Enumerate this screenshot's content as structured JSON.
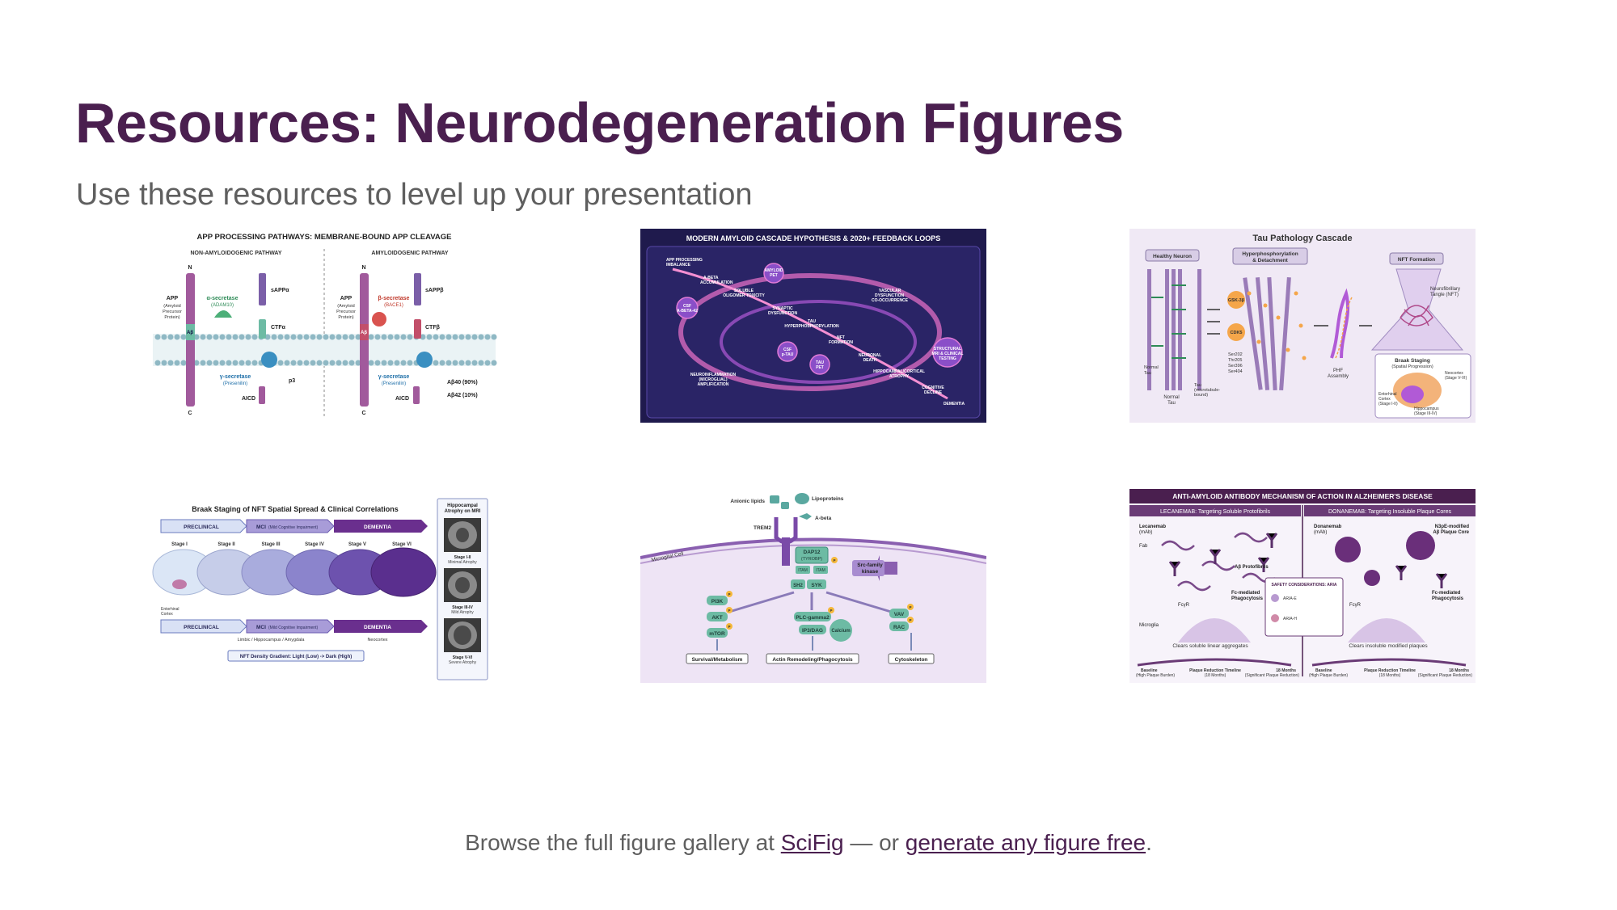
{
  "slide": {
    "title": "Resources: Neurodegeneration Figures",
    "subtitle": "Use these resources to level up your presentation"
  },
  "figures": [
    {
      "title": "APP PROCESSING PATHWAYS: MEMBRANE-BOUND APP CLEAVAGE",
      "left_label": "NON-AMYLOIDOGENIC PATHWAY",
      "right_label": "AMYLOIDOGENIC PATHWAY",
      "labels": [
        "N",
        "C",
        "APP",
        "(Amyloid",
        "Precursor",
        "Protein)",
        "Aβ",
        "α-secretase",
        "(ADAM10)",
        "sAPPα",
        "CTFα",
        "γ-secretase",
        "(Presenilin)",
        "p3",
        "AICD",
        "β-secretase",
        "(BACE1)",
        "sAPPβ",
        "CTFβ",
        "Aβ40 (90%)",
        "Aβ42 (10%)"
      ]
    },
    {
      "title": "MODERN AMYLOID CASCADE HYPOTHESIS & 2020+ FEEDBACK LOOPS",
      "labels": [
        "APP PROCESSING",
        "IMBALANCE",
        "A-BETA",
        "ACCUMULATION",
        "AMYLOID",
        "PET",
        "SOLUBLE",
        "OLIGOMER TOXICITY",
        "VASCULAR",
        "DYSFUNCTION",
        "CO-OCCURRENCE",
        "CSF",
        "A-BETA-42",
        "SYNAPTIC",
        "DYSFUNCTION",
        "TAU",
        "HYPERPHOSPHORYLATION",
        "NFT",
        "FORMATION",
        "CSF",
        "p-TAU",
        "TAU",
        "PET",
        "NEURONAL",
        "DEATH",
        "STRUCTURAL",
        "MRI & CLINICAL",
        "TESTING",
        "NEUROINFLAMMATION",
        "(MICROGLIAL)",
        "AMPLIFICATION",
        "HIPPOCAMPAL/CORTICAL",
        "ATROPHY",
        "COGNITIVE",
        "DECLINE",
        "DEMENTIA"
      ]
    },
    {
      "title": "Tau Pathology Cascade",
      "headers": [
        "Healthy Neuron",
        "Hyperphosphorylation",
        "& Detachment",
        "NFT Formation"
      ],
      "labels": [
        "GSK-3β",
        "CDK5",
        "Ser202",
        "Thr205",
        "Ser396",
        "Ser404",
        "Normal",
        "Tau",
        "Tau",
        "(microtubule-",
        "bound)",
        "Normal",
        "Tau",
        "PHF",
        "Assembly",
        "Neurofibrillary",
        "Tangle (NFT)",
        "Braak Staging",
        "(Spatial Progression)",
        "Neocortex",
        "(Stage V-VI)",
        "Entorhinal",
        "Cortex",
        "(Stage I-II)",
        "Hippocampus",
        "(Stage III-IV)"
      ]
    },
    {
      "title": "Braak Staging of NFT Spatial Spread & Clinical Correlations",
      "phases": [
        "PRECLINICAL",
        "MCI",
        "(Mild Cognitive Impairment)",
        "DEMENTIA"
      ],
      "stages": [
        "Stage I",
        "Stage II",
        "Stage III",
        "Stage IV",
        "Stage V",
        "Stage VI"
      ],
      "side_title": [
        "Hippocampal",
        "Atrophy on MRI"
      ],
      "side_labels": [
        "Stage I-II",
        "Minimal Atrophy",
        "Stage III-IV",
        "Mild Atrophy",
        "Stage V-VI",
        "Severe Atrophy"
      ],
      "labels": [
        "Entorhinal",
        "Cortex",
        "Limbic / Hippocampus / Amygdala",
        "Neocortex"
      ],
      "gradient": "NFT Density Gradient: Light (Low) -> Dark (High)"
    },
    {
      "labels": [
        "Anionic lipids",
        "Lipoproteins",
        "A-beta",
        "TREM2",
        "Microglial Cell",
        "DAP12",
        "(TYROBP)",
        "ITAM",
        "ITAM",
        "Src-family",
        "kinase",
        "SH2",
        "SYK",
        "PI3K",
        "AKT",
        "mTOR",
        "PLC-gamma2",
        "IP3/DAG",
        "Calcium",
        "VAV",
        "RAC",
        "P"
      ],
      "outcomes": [
        "Survival/Metabolism",
        "Actin Remodeling/Phagocytosis",
        "Cytoskeleton"
      ]
    },
    {
      "title": "ANTI-AMYLOID ANTIBODY MECHANISM OF ACTION IN ALZHEIMER'S DISEASE",
      "left_header": "LECANEMAB: Targeting Soluble Protofibrils",
      "right_header": "DONANEMAB: Targeting Insoluble Plaque Cores",
      "labels": [
        "Lecanemab",
        "(mAb)",
        "Fab",
        "Aβ Protofibrils",
        "FcγR",
        "Microglia",
        "Fc-mediated",
        "Phagocytosis",
        "Donanemab",
        "(mAb)",
        "N3pE-modified",
        "Aβ Plaque Core",
        "FcγR",
        "Fc-mediated",
        "Phagocytosis",
        "SAFETY CONSIDERATIONS: ARIA",
        "ARIA-E",
        "ARIA-H",
        "Clears soluble linear aggregates",
        "Clears insoluble modified plaques",
        "Baseline",
        "(High Plaque Burden)",
        "Plaque Reduction Timeline",
        "(18 Months)",
        "18 Months",
        "(Significant Plaque Reduction)",
        "Baseline",
        "(High Plaque Burden)",
        "Plaque Reduction Timeline",
        "(18 Months)",
        "18 Months",
        "(Significant Plaque Reduction)"
      ]
    }
  ],
  "footer": {
    "prefix": "Browse the full figure gallery at ",
    "link1": "SciFig",
    "middle": " — or ",
    "link2": "generate any figure free",
    "suffix": "."
  }
}
